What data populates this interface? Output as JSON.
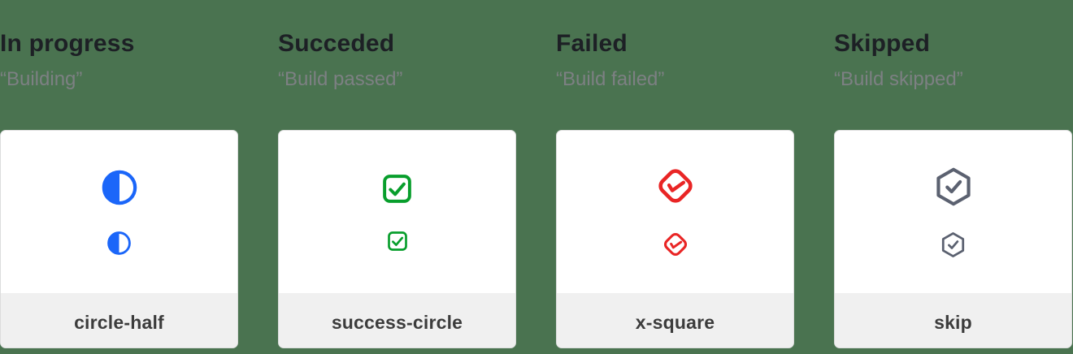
{
  "page": {
    "background": "#4a7350"
  },
  "columns": [
    {
      "title": "In progress",
      "subtitle": "“Building”",
      "label": "circle-half",
      "icon": "circle-half-icon",
      "icon_color": "#1b66f9"
    },
    {
      "title": "Succeded",
      "subtitle": "“Build passed”",
      "label": "success-circle",
      "icon": "check-square-icon",
      "icon_color": "#089e2c"
    },
    {
      "title": "Failed",
      "subtitle": "“Build failed”",
      "label": "x-square",
      "icon": "diamond-check-icon",
      "icon_color": "#e92525"
    },
    {
      "title": "Skipped",
      "subtitle": "“Build skipped”",
      "label": "skip",
      "icon": "hexagon-check-icon",
      "icon_color": "#5b6170"
    }
  ]
}
